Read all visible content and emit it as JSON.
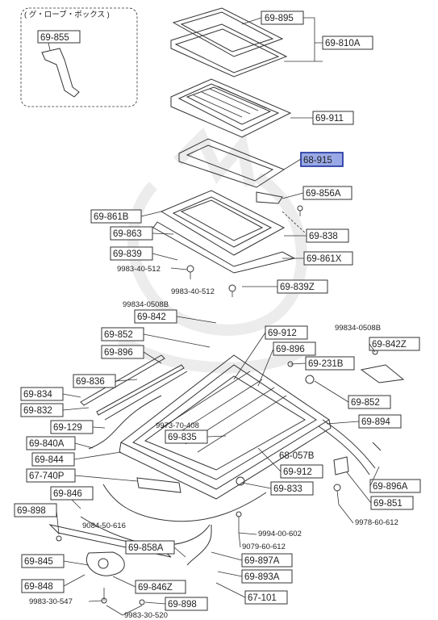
{
  "inset": {
    "title": "( グ・ローブ・ボックス )",
    "part": "69-855"
  },
  "highlight": {
    "part": "68-915",
    "fill": "#9aa9e6",
    "stroke": "#1a2f9c"
  },
  "labels": {
    "p69_895": "69-895",
    "p69_810A": "69-810A",
    "p69_911": "69-911",
    "p69_856A": "69-856A",
    "p69_861B": "69-861B",
    "p69_863": "69-863",
    "p69_838": "69-838",
    "p69_839": "69-839",
    "p69_861X": "69-861X",
    "p9983_40_512a": "9983-40-512",
    "p9983_40_512b": "9983-40-512",
    "p69_839Z": "69-839Z",
    "p99834_0508Ba": "99834-0508B",
    "p69_842": "69-842",
    "p69_852a": "69-852",
    "p69_896a": "69-896",
    "p69_912a": "69-912",
    "p69_896b": "69-896",
    "p99834_0508Bb": "99834-0508B",
    "p69_842Z": "69-842Z",
    "p69_231B": "69-231B",
    "p69_836": "69-836",
    "p69_834": "69-834",
    "p69_832": "69-832",
    "p69_852b": "69-852",
    "p69_129": "69-129",
    "p9973_70_408": "9973-70-408",
    "p69_835": "69-835",
    "p69_894": "69-894",
    "p69_840A": "69-840A",
    "p68_057B": "68-057B",
    "p69_844": "69-844",
    "p69_912b": "69-912",
    "p67_740P": "67-740P",
    "p69_896A": "69-896A",
    "p69_833": "69-833",
    "p69_846": "69-846",
    "p69_851": "69-851",
    "p69_898a": "69-898",
    "p9978_60_612": "9978-60-612",
    "p9084_50_616": "9084-50-616",
    "p9994_00_602": "9994-00-602",
    "p69_858A": "69-858A",
    "p9079_60_612": "9079-60-612",
    "p69_845": "69-845",
    "p69_897A": "69-897A",
    "p69_893A": "69-893A",
    "p69_848": "69-848",
    "p69_846Z": "69-846Z",
    "p67_101": "67-101",
    "p9983_30_547": "9983-30-547",
    "p69_898b": "69-898",
    "p9983_30_520": "9983-30-520"
  }
}
